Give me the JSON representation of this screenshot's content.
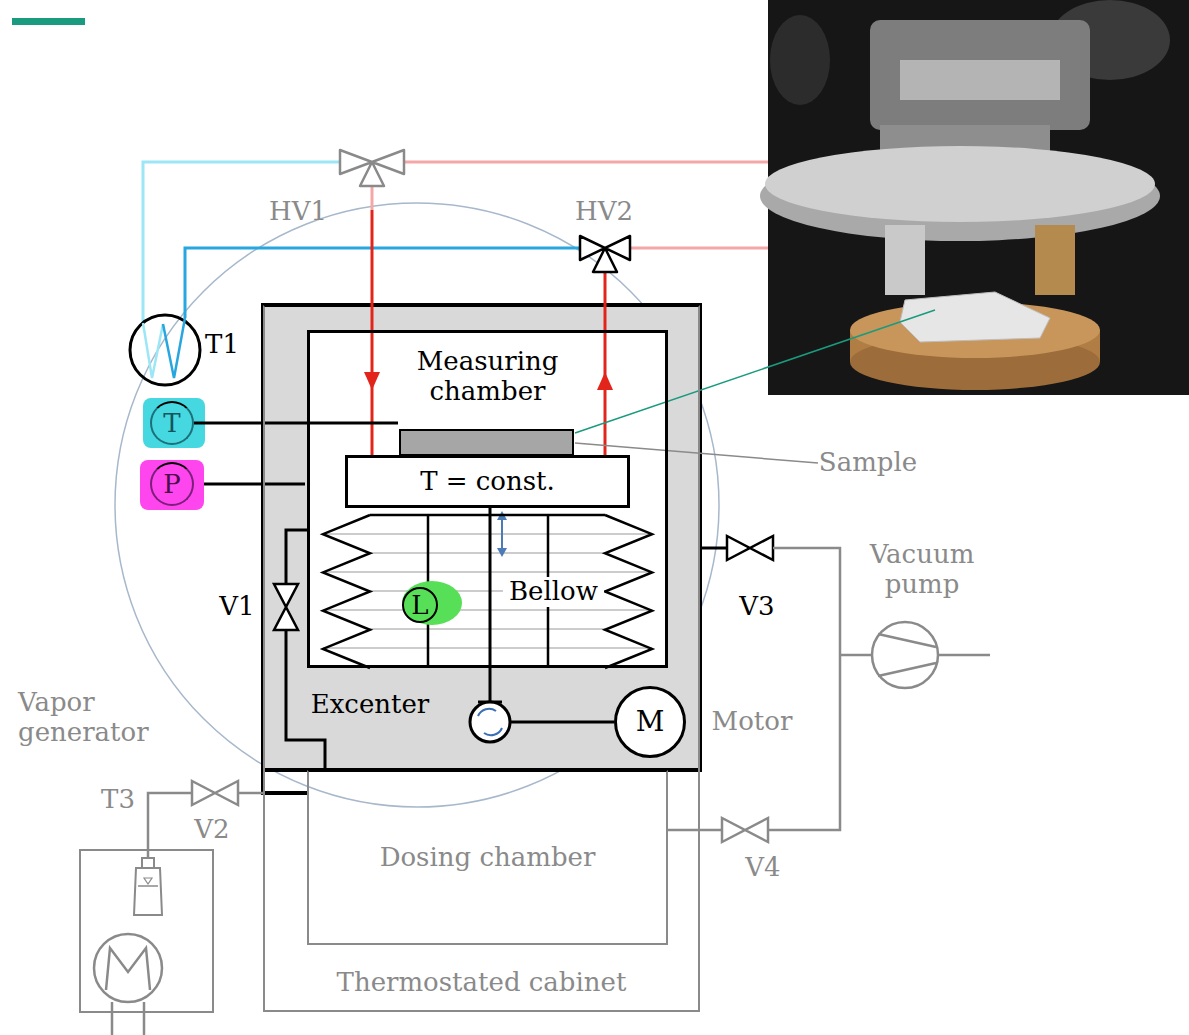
{
  "diagram": {
    "nodes": [
      {
        "text": [
          "T"
        ]
      },
      {
        "text": [
          "P"
        ]
      },
      {
        "text": [
          "Thermostated cabinet"
        ]
      },
      {
        "text": [
          "Measuring chamber"
        ],
        "in": 2
      },
      {
        "text": [
          "T = const."
        ],
        "in": 3
      },
      {
        "text": [
          "Bellow"
        ],
        "in": 3
      },
      {
        "text": [
          "L"
        ],
        "in": 5
      },
      {
        "text": [
          "M"
        ],
        "in": 2
      },
      {
        "text": [
          "Dosing chamber"
        ],
        "in": 2
      }
    ],
    "edges": [
      {
        "from": 0,
        "to": 3,
        "arrow": "none"
      }
    ],
    "labels": [
      "HV1",
      "HV2",
      "T1",
      "Sample",
      "V1",
      "V3",
      "Vacuum pump",
      "Excenter",
      "Motor",
      "Vapor generator",
      "T3",
      "V2",
      "V4"
    ]
  }
}
